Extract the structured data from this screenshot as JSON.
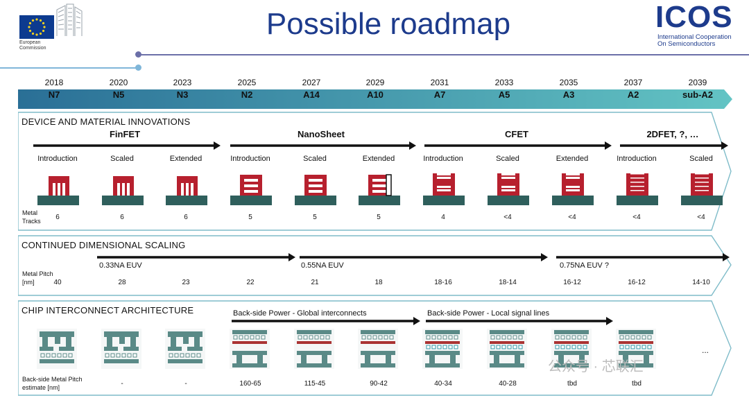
{
  "header": {
    "title": "Possible roadmap",
    "eu_logo_text": [
      "European",
      "Commission"
    ],
    "icos_logo": "ICOS",
    "icos_subtitle": [
      "International Cooperation",
      "On Semiconductors"
    ]
  },
  "timeline": {
    "years": [
      "2018",
      "2020",
      "2023",
      "2025",
      "2027",
      "2029",
      "2031",
      "2033",
      "2035",
      "2037",
      "2039"
    ],
    "nodes": [
      "N7",
      "N5",
      "N3",
      "N2",
      "A14",
      "A10",
      "A7",
      "A5",
      "A3",
      "A2",
      "sub-A2"
    ],
    "colors": {
      "band_start": "#2a6f96",
      "band_end": "#63c4c4"
    }
  },
  "device": {
    "section_title": "DEVICE AND MATERIAL INNOVATIONS",
    "technologies": [
      "FinFET",
      "NanoSheet",
      "CFET",
      "2DFET, ?, …"
    ],
    "stages": [
      "Introduction",
      "Scaled",
      "Extended",
      "Introduction",
      "Scaled",
      "Extended",
      "Introduction",
      "Scaled",
      "Extended",
      "Introduction",
      "Scaled"
    ],
    "device_types": [
      "finfet",
      "finfet",
      "finfet",
      "nanosheet",
      "nanosheet",
      "nanosheet-fork",
      "cfet",
      "cfet",
      "cfet",
      "2dfet",
      "2dfet"
    ],
    "metal_tracks_label": [
      "Metal",
      "Tracks"
    ],
    "metal_tracks": [
      "6",
      "6",
      "6",
      "5",
      "5",
      "5",
      "4",
      "<4",
      "<4",
      "<4",
      "<4"
    ],
    "colors": {
      "device_red": "#b7202e",
      "substrate": "#2f5f5c"
    }
  },
  "scaling": {
    "section_title": "CONTINUED DIMENSIONAL SCALING",
    "euv": [
      "0.33NA EUV",
      "0.55NA EUV",
      "0.75NA EUV ?"
    ],
    "metal_pitch_label": [
      "Metal Pitch",
      "[nm]"
    ],
    "metal_pitch": [
      "40",
      "28",
      "23",
      "22",
      "21",
      "18",
      "18-16",
      "18-14",
      "16-12",
      "16-12",
      "14-10"
    ]
  },
  "interconnect": {
    "section_title": "CHIP INTERCONNECT ARCHITECTURE",
    "backside": [
      "Back-side Power - Global interconnects",
      "Back-side Power - Local signal lines"
    ],
    "estimate_label": [
      "Back-side Metal Pitch",
      "estimate [nm]"
    ],
    "estimates": [
      "",
      "-",
      "-",
      "160-65",
      "115-45",
      "90-42",
      "40-34",
      "40-28",
      "tbd",
      "tbd"
    ],
    "more": "..."
  },
  "watermark": "公众号 · 芯联汇"
}
